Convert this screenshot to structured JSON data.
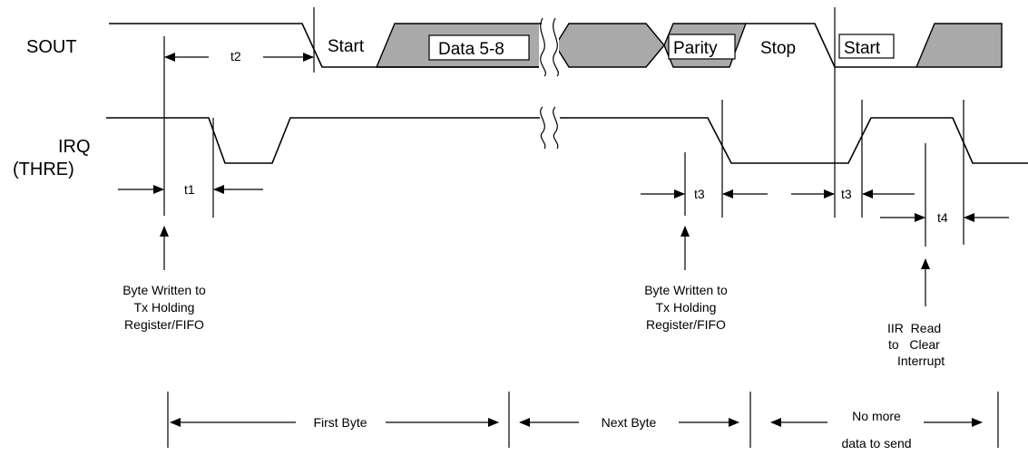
{
  "signals": {
    "sout": "SOUT",
    "irq": "IRQ",
    "irq_sub": "(THRE)"
  },
  "sout_fields": {
    "start": "Start",
    "data": "Data 5-8",
    "parity": "Parity",
    "stop": "Stop",
    "start2": "Start"
  },
  "timings": {
    "t1": "t1",
    "t2": "t2",
    "t3a": "t3",
    "t3b": "t3",
    "t4": "t4"
  },
  "annotations": {
    "byte_written_1": [
      "Byte Written to",
      "Tx Holding",
      "Register/FIFO"
    ],
    "byte_written_2": [
      "Byte Written to",
      "Tx Holding",
      "Register/FIFO"
    ],
    "iir_read": [
      "IIR  Read",
      "to   Clear",
      "Interrupt"
    ]
  },
  "phases": {
    "first": "First Byte",
    "next": "Next Byte",
    "none_line1": "No more",
    "none_line2": "data to send"
  }
}
